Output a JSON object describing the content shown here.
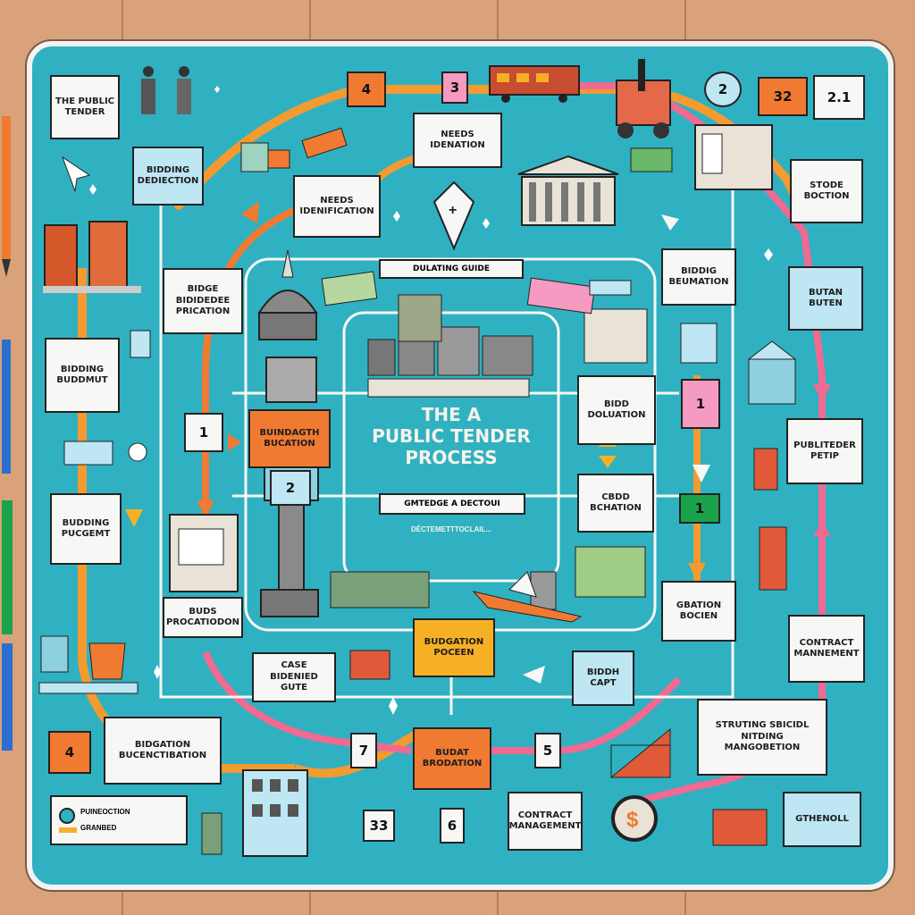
{
  "board": {
    "center_title": "THE A\nPUBLIC TENDER\nPROCESS",
    "center_banner": "DULATING GUIDE",
    "center_sub": "GMTEDGE A DECTOUI",
    "center_small": "DÉCTEMETTTOCLAIL..."
  },
  "cards": [
    {
      "id": "c1",
      "text": "THE PUBLIC TENDER",
      "style": "white"
    },
    {
      "id": "c2",
      "text": "BIDDING DEDIECTION",
      "style": "blue"
    },
    {
      "id": "c3",
      "text": "NEEDS IDENATION",
      "style": "white"
    },
    {
      "id": "c4",
      "text": "NEEDS IDENIFICATION",
      "style": "white"
    },
    {
      "id": "c5",
      "text": "BIDGE BIDIDEDEE PRICATION",
      "style": "white"
    },
    {
      "id": "c6",
      "text": "BIDDING BUDDMUT",
      "style": "white"
    },
    {
      "id": "c7",
      "text": "BUINDAGTH BUCATION",
      "style": "orange"
    },
    {
      "id": "c8",
      "text": "BUDDING PUCGEMT",
      "style": "white"
    },
    {
      "id": "c9",
      "text": "BUDS PROCATIODON",
      "style": "white"
    },
    {
      "id": "c10",
      "text": "BIDDIG BEUMATION",
      "style": "white"
    },
    {
      "id": "c11",
      "text": "BIDD DOLUATION",
      "style": "white"
    },
    {
      "id": "c12",
      "text": "CBDD BCHATION",
      "style": "white"
    },
    {
      "id": "c13",
      "text": "BUDGATION POCEEN",
      "style": "yellow"
    },
    {
      "id": "c14",
      "text": "CASE BIDENIED GUTE",
      "style": "white"
    },
    {
      "id": "c15",
      "text": "BIDDH CAPT",
      "style": "blue"
    },
    {
      "id": "c16",
      "text": "GBATION BOCIEN",
      "style": "white"
    },
    {
      "id": "c17",
      "text": "BIDGATION BUCENCTIBATION",
      "style": "white"
    },
    {
      "id": "c18",
      "text": "BUDAT BRODATION",
      "style": "orange"
    },
    {
      "id": "c19",
      "text": "CONTRACT MANAGEMENT",
      "style": "white"
    },
    {
      "id": "c20",
      "text": "STRUTING SBICIDL NITDING MANGOBETION",
      "style": "white"
    },
    {
      "id": "c21",
      "text": "CONTRACT MANNEMENT",
      "style": "white"
    },
    {
      "id": "c22",
      "text": "PUBLITEDER PETIP",
      "style": "white"
    },
    {
      "id": "c23",
      "text": "BUTAN BUTEN",
      "style": "blue"
    },
    {
      "id": "c24",
      "text": "STODE BOCTION",
      "style": "white"
    },
    {
      "id": "c25",
      "text": "GTHENOLL",
      "style": "blue"
    }
  ],
  "squares": [
    {
      "id": "s1",
      "text": "4",
      "color": "#f07a32"
    },
    {
      "id": "s2",
      "text": "3",
      "color": "#f59ac0"
    },
    {
      "id": "s3",
      "text": "2",
      "color": "#bfe6f3"
    },
    {
      "id": "s4",
      "text": "32",
      "color": "#f07a32"
    },
    {
      "id": "s5",
      "text": "2.1",
      "color": "#f7f7f5"
    },
    {
      "id": "s6",
      "text": "1",
      "color": "#f7f7f5"
    },
    {
      "id": "s7",
      "text": "2",
      "color": "#bfe6f3"
    },
    {
      "id": "s8",
      "text": "1",
      "color": "#f59ac0"
    },
    {
      "id": "s9",
      "text": "1",
      "color": "#1aa34a"
    },
    {
      "id": "s10",
      "text": "4",
      "color": "#f07a32"
    },
    {
      "id": "s11",
      "text": "7",
      "color": "#f7f7f5"
    },
    {
      "id": "s12",
      "text": "5",
      "color": "#f7f7f5"
    },
    {
      "id": "s13",
      "text": "33",
      "color": "#f7f7f5"
    },
    {
      "id": "s14",
      "text": "6",
      "color": "#f7f7f5"
    }
  ],
  "legend": {
    "item1": "PUINEOCTION",
    "item2": "GRANBED"
  },
  "colors": {
    "board": "#2fb1c1",
    "path_orange": "#f39a30",
    "path_pink": "#f06a92",
    "path_white": "#f7f7f5",
    "wood": "#d9a27a"
  }
}
